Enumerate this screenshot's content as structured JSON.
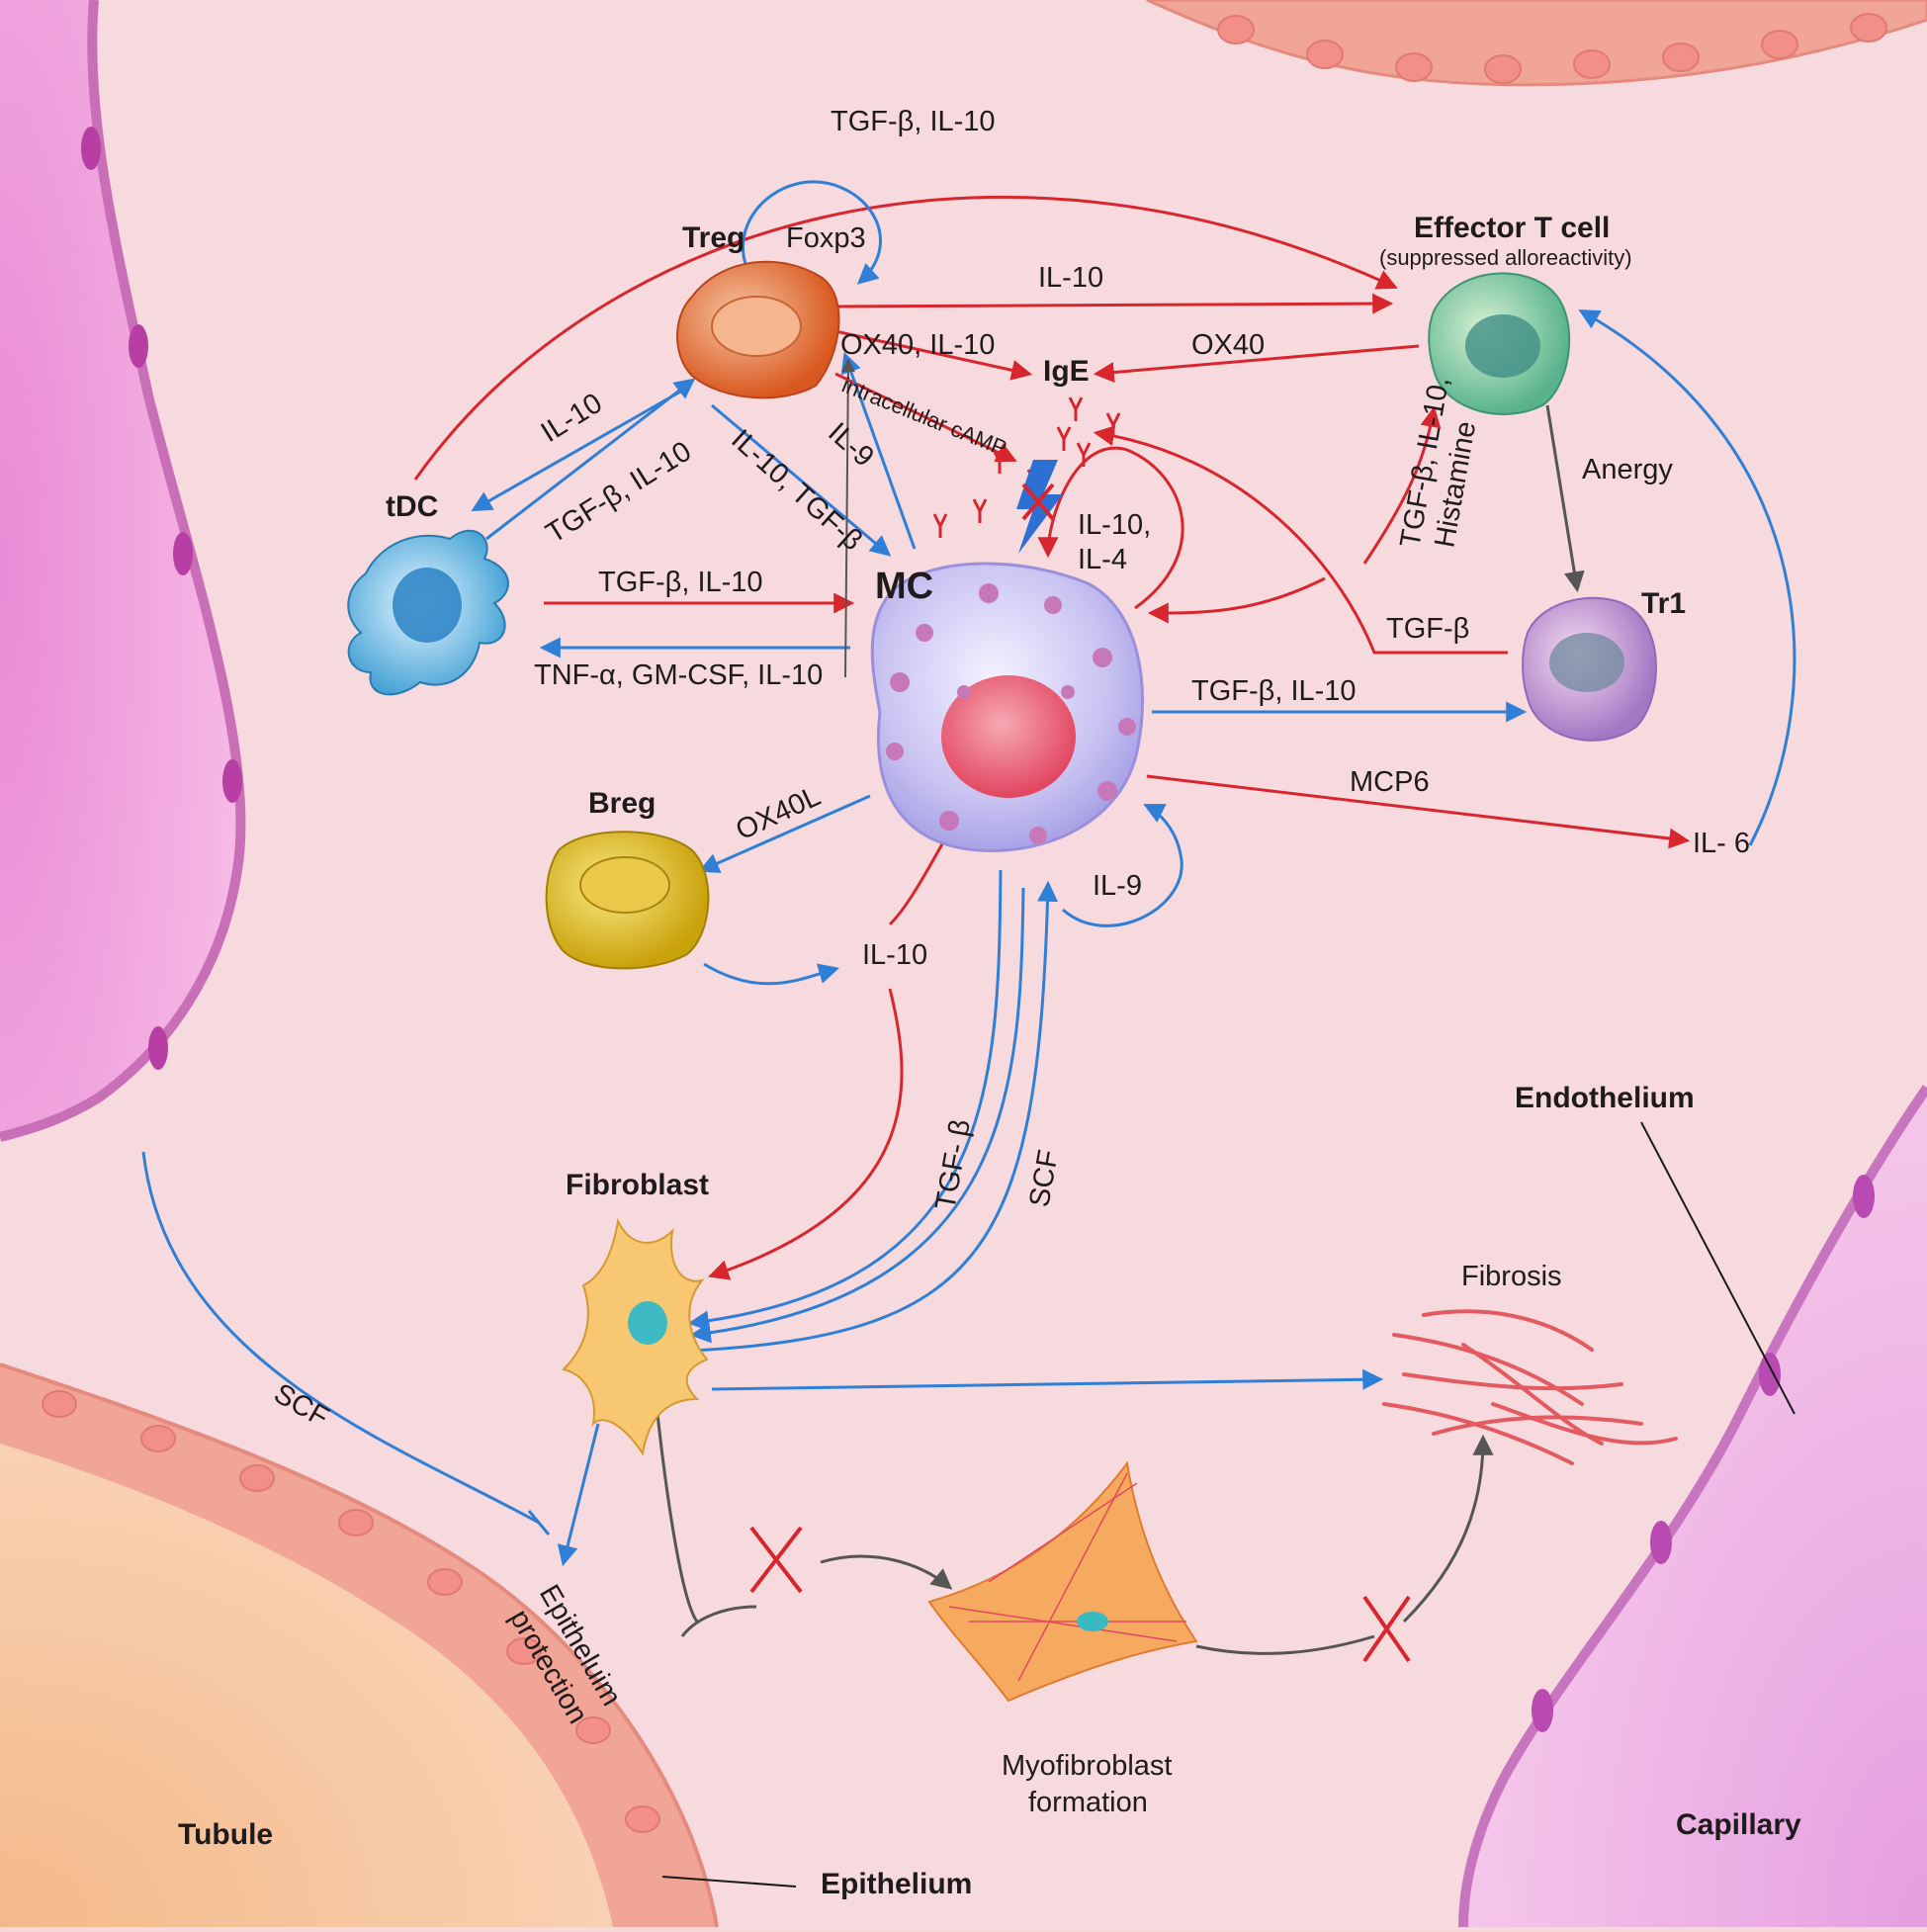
{
  "colors": {
    "red_arrow": "#d8262e",
    "blue_arrow": "#2f7fd6",
    "gray_arrow": "#555555",
    "background": "#f7d9dc",
    "tissue_pink": "#ee8fd0",
    "epithelium": "#f4a79a"
  },
  "cells": {
    "treg": "Treg",
    "foxp3": "Foxp3",
    "effector": "Effector T cell",
    "effector_sub": "(suppressed alloreactivity)",
    "tdc": "tDC",
    "mc": "MC",
    "ige": "IgE",
    "tr1": "Tr1",
    "breg": "Breg",
    "fibroblast": "Fibroblast",
    "fibrosis": "Fibrosis",
    "myofibroblast_1": "Myofibroblast",
    "myofibroblast_2": "formation",
    "endothelium": "Endothelium",
    "epithelium": "Epithelium",
    "epithelium_protection_1": "Epitheluim",
    "epithelium_protection_2": "protection",
    "tubule": "Tubule",
    "capillary": "Capillary"
  },
  "labels": {
    "tgfb_il10_top": "TGF-β, IL-10",
    "il10_treg_effector": "IL-10",
    "ox40_il10": "OX40, IL-10",
    "ox40": "OX40",
    "camp": "intracellular cAMP",
    "il10_treg_tdc": "IL-10",
    "tgfb_il10_tdc_treg": "TGF-β, IL-10",
    "il10_tgfb_treg_mc": "IL-10, TGF-β",
    "il9_mc_treg": "IL-9",
    "il10_il4_1": "IL-10,",
    "il10_il4_2": "IL-4",
    "tgfb_il10_tdc_mc": "TGF-β, IL-10",
    "tnf_gmcsf_il10": "TNF-α, GM-CSF, IL-10",
    "tgfb_il10_histamine_1": "TGF-β, IL-10,",
    "tgfb_il10_histamine_2": "Histamine",
    "anergy": "Anergy",
    "tgfb_tr1": "TGF-β",
    "tgfb_il10_mc_tr1": "TGF-β, IL-10",
    "mcp6": "MCP6",
    "il6": "IL- 6",
    "ox40l": "OX40L",
    "il9_self": "IL-9",
    "il10_breg": "IL-10",
    "tgfb_fibro": "TGF- β",
    "scf_fibro": "SCF",
    "scf_tubule": "SCF"
  }
}
